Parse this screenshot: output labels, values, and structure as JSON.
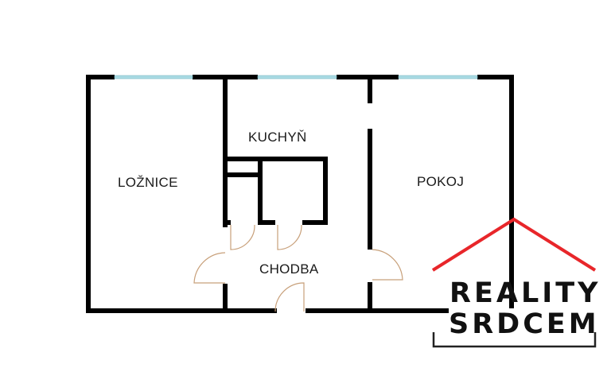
{
  "rooms": {
    "loznice": "LOŽNICE",
    "kuchyn": "KUCHYŇ",
    "pokoj": "POKOJ",
    "chodba": "CHODBA"
  },
  "brand": {
    "line1": "REALITY",
    "line2": "SRDCEM",
    "roof_color": "#e8262a",
    "text_color": "#111111"
  },
  "colors": {
    "wall": "#000000",
    "window": "#a9dbe3",
    "door_arc": "#c8a07a"
  }
}
